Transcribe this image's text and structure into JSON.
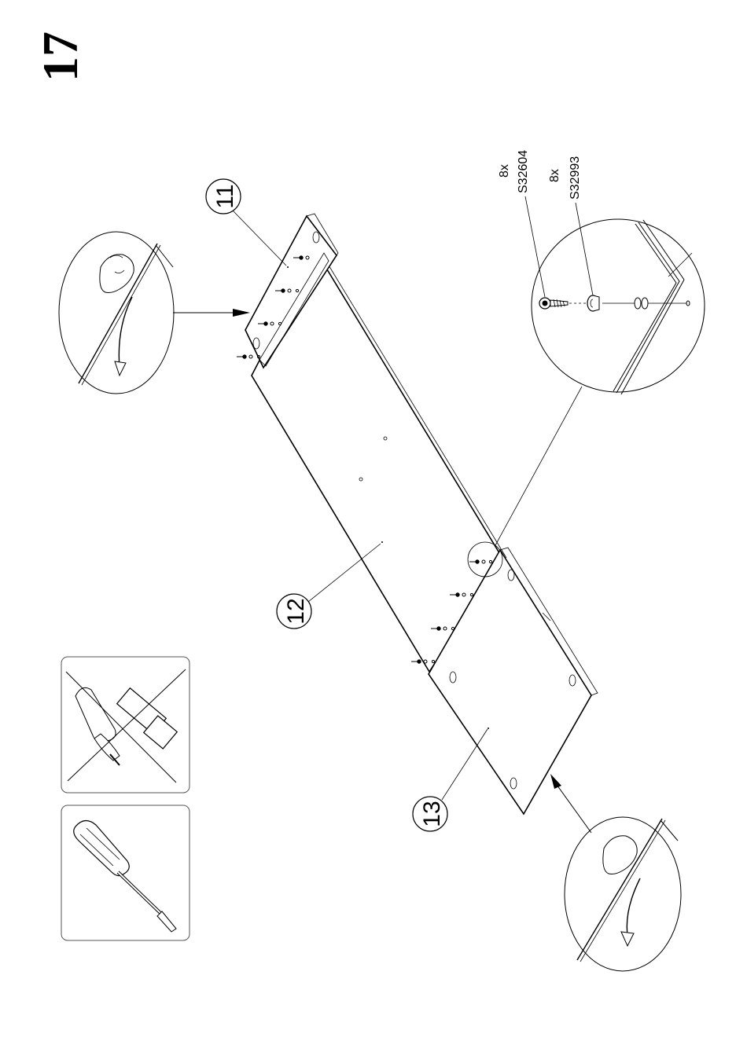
{
  "step": {
    "number": "17"
  },
  "parts": [
    {
      "id": "panel-11",
      "label": "11"
    },
    {
      "id": "panel-12",
      "label": "12"
    },
    {
      "id": "panel-13",
      "label": "13"
    }
  ],
  "hardware": [
    {
      "qty": "8x",
      "code": "S32604",
      "icon": "screw-icon"
    },
    {
      "qty": "8x",
      "code": "S32993",
      "icon": "cam-cover-icon"
    }
  ],
  "tools": [
    {
      "icon": "power-drill-icon",
      "status": "not-allowed"
    },
    {
      "icon": "screwdriver-icon",
      "status": "allowed"
    }
  ],
  "colors": {
    "ink": "#000000",
    "paper": "#ffffff",
    "box_border": "#555555"
  }
}
